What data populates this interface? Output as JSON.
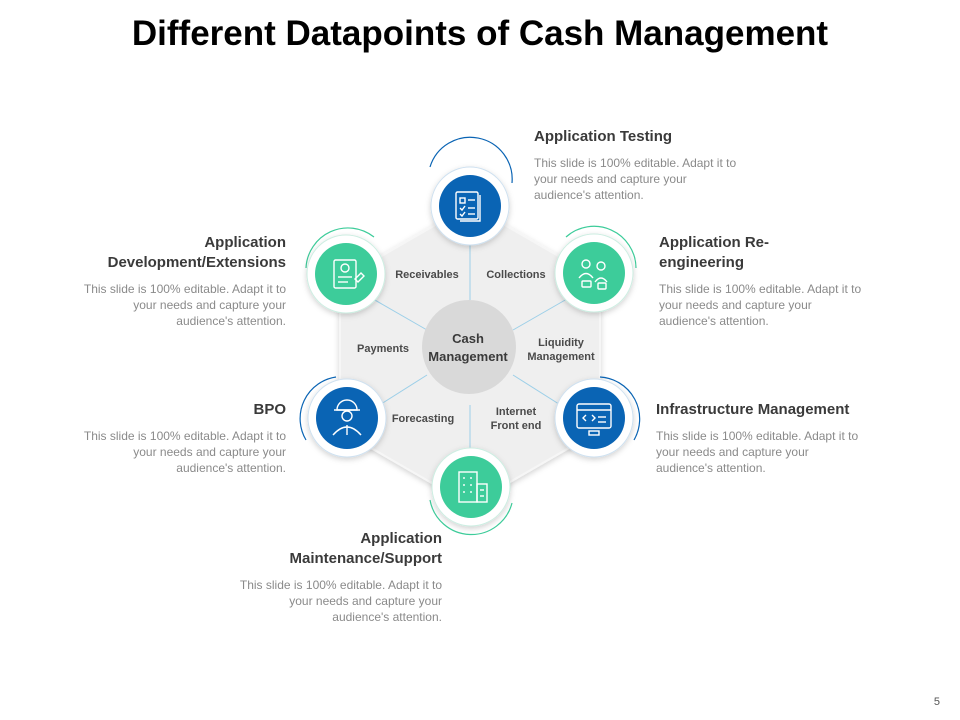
{
  "title": "Different Datapoints of Cash Management",
  "center": {
    "line1": "Cash",
    "line2": "Management"
  },
  "segments": {
    "receivables": "Receivables",
    "collections": "Collections",
    "liquidity_1": "Liquidity",
    "liquidity_2": "Management",
    "internet_1": "Internet",
    "internet_2": "Front end",
    "forecasting": "Forecasting",
    "payments": "Payments"
  },
  "blocks": {
    "testing": {
      "head": "Application Testing",
      "body": "This slide is 100% editable. Adapt it to your needs and capture your audience's attention."
    },
    "reengineering": {
      "head1": "Application Re-",
      "head2": "engineering",
      "body": "This slide is 100% editable. Adapt it to your needs and capture your audience's attention."
    },
    "infrastructure": {
      "head": "Infrastructure Management",
      "body": "This slide is 100% editable. Adapt it to your needs and capture your audience's attention."
    },
    "maintenance": {
      "head1": "Application",
      "head2": "Maintenance/Support",
      "body": "This slide is 100% editable. Adapt it to your needs and capture your audience's attention."
    },
    "bpo": {
      "head": "BPO",
      "body": "This slide is 100% editable. Adapt it to your needs and capture your audience's attention."
    },
    "development": {
      "head1": "Application",
      "head2": "Development/Extensions",
      "body": "This slide is 100% editable. Adapt it to your needs and capture your audience's attention."
    }
  },
  "icons": {
    "testing": "checklist-icon",
    "reengineering": "engineers-icon",
    "infrastructure": "code-window-icon",
    "maintenance": "building-icon",
    "bpo": "worker-icon",
    "development": "certificate-icon"
  },
  "colors": {
    "blue": "#0a64b4",
    "green": "#3dcc9a",
    "hub": "#efefef",
    "center": "#d9d9d9"
  },
  "page_number": "5"
}
